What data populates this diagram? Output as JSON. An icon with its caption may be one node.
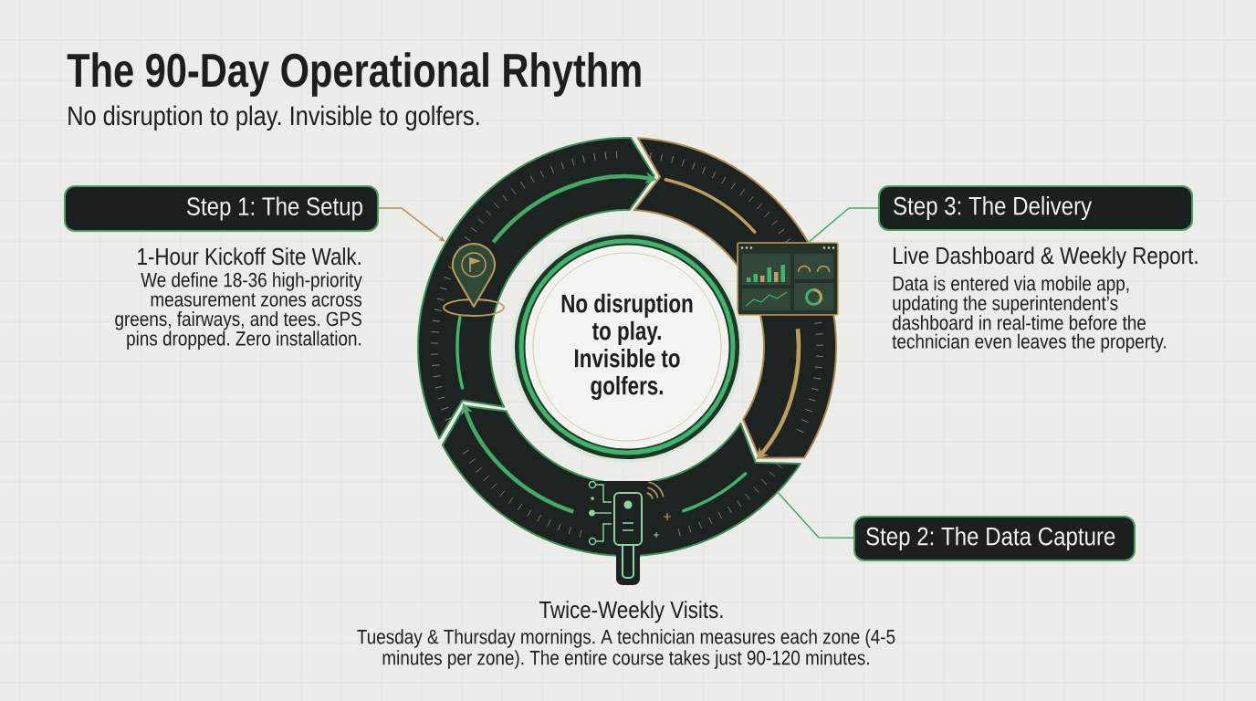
{
  "diagram": {
    "title": "The 90-Day Operational Rhythm",
    "nodes": [
      {
        "text": [
          "Step 1: The Setup"
        ],
        "beside": [
          "1-Hour Kickoff Site Walk.",
          "We define 18-36 high-priority measurement zones across greens, fairways, and tees. GPS pins dropped. Zero installation."
        ]
      },
      {
        "text": [],
        "shape": "arc"
      },
      {
        "text": [],
        "shape": "arc"
      },
      {
        "text": [
          "Step 3: The Delivery"
        ],
        "beside": [
          "Live Dashboard & Weekly Report.",
          "Data is entered via mobile app, updating the superintendent’s dashboard in real-time before the technician even leaves the property."
        ]
      },
      {
        "text": [
          "No disruption to play. Invisible to golfers."
        ]
      },
      {
        "text": [],
        "shape": "arc"
      },
      {
        "text": [
          "Step 2: The Data Capture"
        ],
        "beside": [
          "Twice-Weekly Visits.",
          "Tuesday & Thursday mornings. A technician measures each zone (4-5 minutes per zone). The entire course takes just 90-120 minutes."
        ]
      }
    ],
    "edges": [
      {
        "from": 0,
        "to": 1,
        "arrow": "to",
        "color": "#b08d55"
      },
      {
        "from": 3,
        "to": 2,
        "arrow": "none"
      },
      {
        "from": 6,
        "to": 5,
        "arrow": "none"
      },
      {
        "from": 1,
        "to": 2,
        "arrow": "to",
        "style": "thick"
      },
      {
        "from": 2,
        "to": 5,
        "arrow": "to",
        "style": "thick",
        "color": "#c29c5e"
      },
      {
        "from": 5,
        "to": 1,
        "arrow": "to",
        "style": "thick"
      }
    ],
    "labels": [
      "No disruption to play. Invisible to golfers."
    ]
  }
}
